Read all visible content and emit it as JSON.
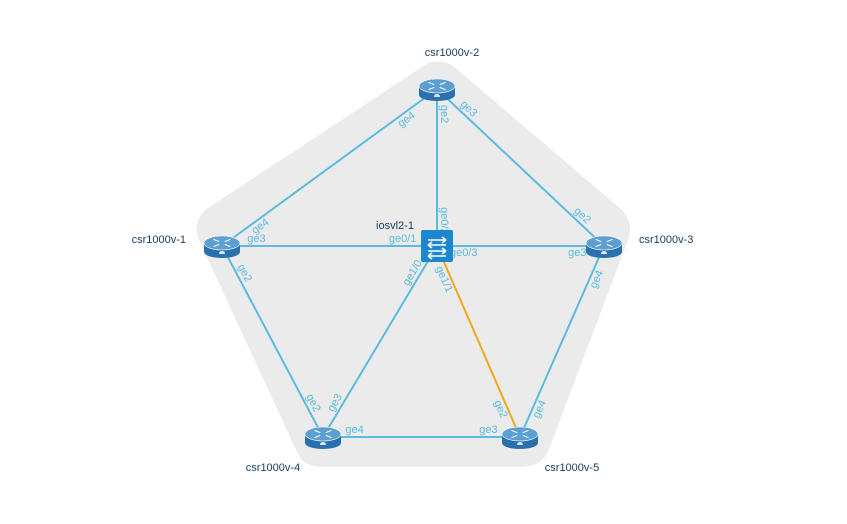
{
  "colors": {
    "group_fill": "#ebebeb",
    "link": "#5bbbe0",
    "link_active": "#f2a81d",
    "router_top": "#5c9fd2",
    "router_body": "#2a6fae",
    "switch": "#1b87cf",
    "label": "#1a3b5d",
    "port_label": "#5bbbe0"
  },
  "nodes": [
    {
      "id": "csr1000v-2",
      "label": "csr1000v-2",
      "type": "router"
    },
    {
      "id": "csr1000v-1",
      "label": "csr1000v-1",
      "type": "router"
    },
    {
      "id": "csr1000v-3",
      "label": "csr1000v-3",
      "type": "router"
    },
    {
      "id": "csr1000v-4",
      "label": "csr1000v-4",
      "type": "router"
    },
    {
      "id": "csr1000v-5",
      "label": "csr1000v-5",
      "type": "router"
    },
    {
      "id": "iosvl2-1",
      "label": "iosvl2-1",
      "type": "switch"
    }
  ],
  "links": [
    {
      "from": "csr1000v-2",
      "to": "csr1000v-1",
      "from_port": "ge4",
      "to_port": "ge4",
      "status": "normal"
    },
    {
      "from": "csr1000v-2",
      "to": "iosvl2-1",
      "from_port": "ge2",
      "to_port": "ge0/2",
      "status": "normal"
    },
    {
      "from": "csr1000v-2",
      "to": "csr1000v-3",
      "from_port": "ge3",
      "to_port": "ge2",
      "status": "normal"
    },
    {
      "from": "csr1000v-1",
      "to": "iosvl2-1",
      "from_port": "ge3",
      "to_port": "ge0/1",
      "status": "normal"
    },
    {
      "from": "csr1000v-3",
      "to": "iosvl2-1",
      "from_port": "ge3",
      "to_port": "ge0/3",
      "status": "normal"
    },
    {
      "from": "csr1000v-1",
      "to": "csr1000v-4",
      "from_port": "ge2",
      "to_port": "ge2",
      "status": "normal"
    },
    {
      "from": "csr1000v-3",
      "to": "csr1000v-5",
      "from_port": "ge4",
      "to_port": "ge4",
      "status": "normal"
    },
    {
      "from": "csr1000v-4",
      "to": "iosvl2-1",
      "from_port": "ge3",
      "to_port": "ge1/0",
      "status": "normal"
    },
    {
      "from": "csr1000v-5",
      "to": "iosvl2-1",
      "from_port": "ge2",
      "to_port": "ge1/1",
      "status": "active"
    },
    {
      "from": "csr1000v-4",
      "to": "csr1000v-5",
      "from_port": "ge4",
      "to_port": "ge3",
      "status": "normal"
    }
  ]
}
